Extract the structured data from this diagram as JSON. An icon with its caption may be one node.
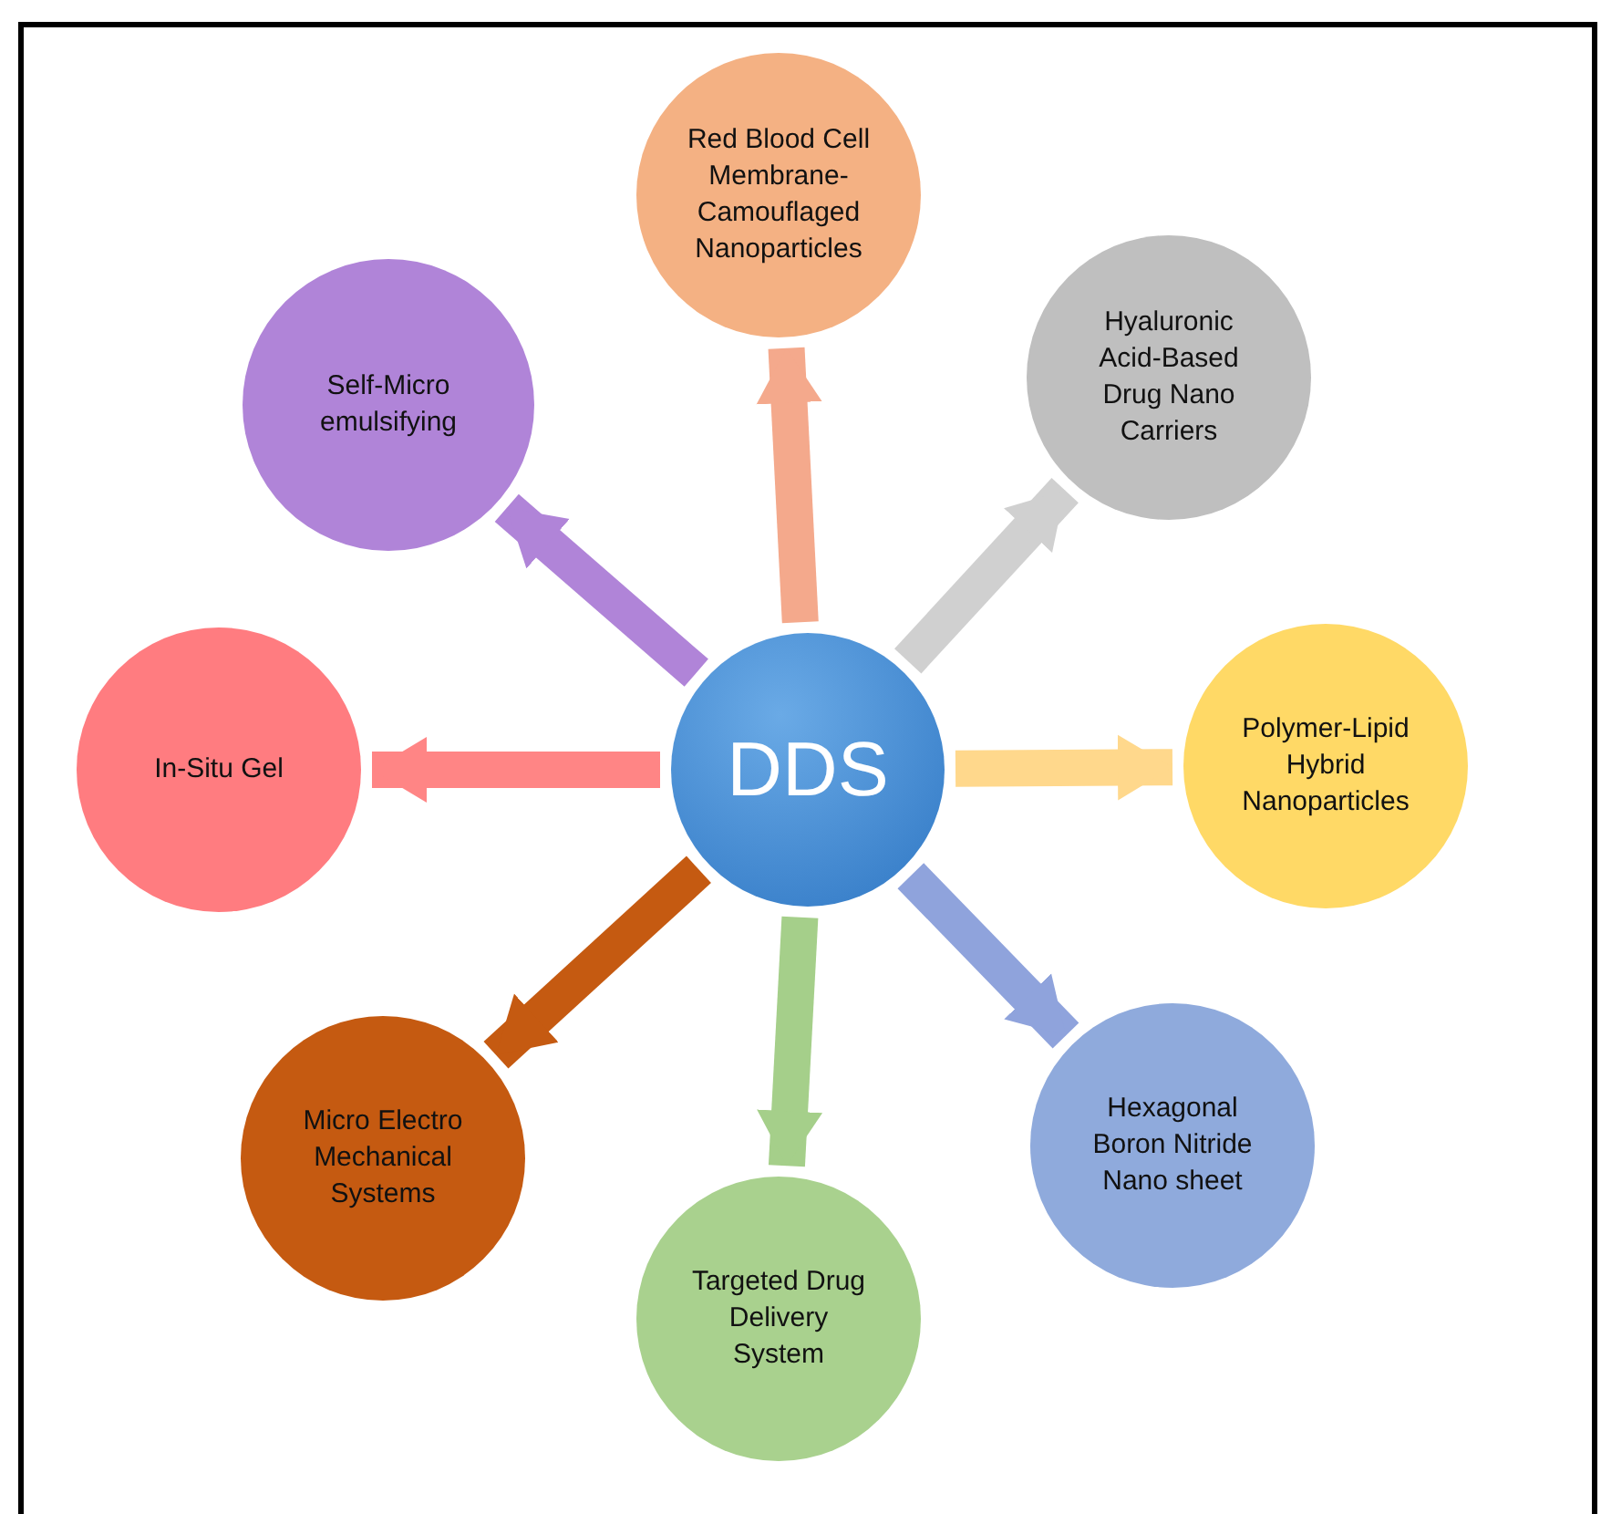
{
  "diagram": {
    "nodes": [
      {
        "text": [
          "DDS"
        ]
      },
      {
        "text": [
          "Red Blood Cell Membrane-Camouflaged Nanoparticles"
        ]
      },
      {
        "text": [
          "Hyaluronic Acid-Based Drug Nano Carriers"
        ]
      },
      {
        "text": [
          "Polymer-Lipid Hybrid Nanoparticles"
        ]
      },
      {
        "text": [
          "Hexagonal Boron Nitride Nano sheet"
        ]
      },
      {
        "text": [
          "Targeted Drug Delivery System"
        ]
      },
      {
        "text": [
          "Micro Electro Mechanical Systems"
        ]
      },
      {
        "text": [
          "In-Situ Gel"
        ]
      },
      {
        "text": [
          "Self-Micro emulsifying"
        ]
      }
    ],
    "edges": [
      {
        "from": 0,
        "to": 1,
        "arrow": "to",
        "color": "#f4a98c"
      },
      {
        "from": 0,
        "to": 2,
        "arrow": "to",
        "color": "#d0d0d0"
      },
      {
        "from": 0,
        "to": 3,
        "arrow": "to",
        "color": "#ffd88c"
      },
      {
        "from": 0,
        "to": 4,
        "arrow": "to",
        "color": "#8fa3dc"
      },
      {
        "from": 0,
        "to": 5,
        "arrow": "to",
        "color": "#a5cf8a"
      },
      {
        "from": 0,
        "to": 6,
        "arrow": "to",
        "color": "#c55a11"
      },
      {
        "from": 0,
        "to": 7,
        "arrow": "to",
        "color": "#ff8585"
      },
      {
        "from": 0,
        "to": 8,
        "arrow": "to",
        "color": "#b084d8"
      }
    ]
  }
}
